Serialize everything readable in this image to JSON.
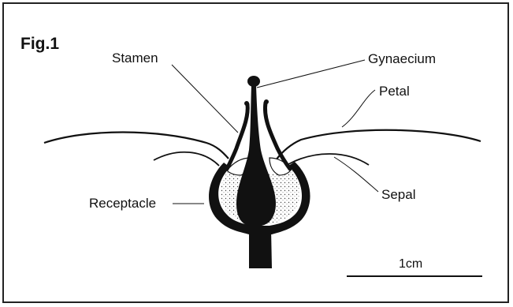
{
  "figure": {
    "label": "Fig.1",
    "labels": {
      "stamen": "Stamen",
      "gynaecium": "Gynaecium",
      "petal": "Petal",
      "sepal": "Sepal",
      "receptacle": "Receptacle"
    },
    "scale_bar": {
      "text": "1cm"
    }
  }
}
